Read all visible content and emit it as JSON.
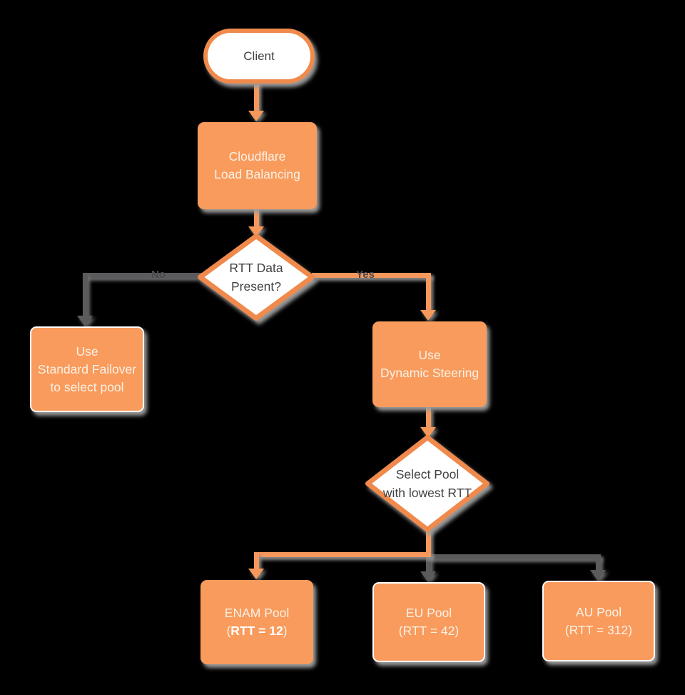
{
  "colors": {
    "background": "#000000",
    "box_fill_orange": "#F89B5C",
    "shape_border_orange": "#EF8A4C",
    "connector_orange": "#F6985C",
    "connector_gray": "#5B5B5D",
    "node_light_text": "#FCF1E6",
    "node_dark_text": "#414042",
    "shadow_gray": "#9B9B9B"
  },
  "nodes": {
    "client": {
      "label": "Client"
    },
    "cloudflare": {
      "line1": "Cloudflare",
      "line2": "Load Balancing"
    },
    "rtt_decision": {
      "line1": "RTT Data",
      "line2": "Present?"
    },
    "standard_failover": {
      "line1": "Use",
      "line2": "Standard Failover",
      "line3": "to select pool"
    },
    "dynamic_steering": {
      "line1": "Use",
      "line2": "Dynamic Steering"
    },
    "select_pool": {
      "line1": "Select Pool",
      "line2": "with lowest RTT"
    },
    "enam_pool": {
      "line1": "ENAM Pool",
      "line2_open": "(",
      "line2_bold": "RTT = 12",
      "line2_close": ")"
    },
    "eu_pool": {
      "line1": "EU Pool",
      "line2": "(RTT = 42)"
    },
    "au_pool": {
      "line1": "AU Pool",
      "line2": "(RTT = 312)"
    }
  },
  "edge_labels": {
    "no": "No",
    "yes": "Yes"
  }
}
